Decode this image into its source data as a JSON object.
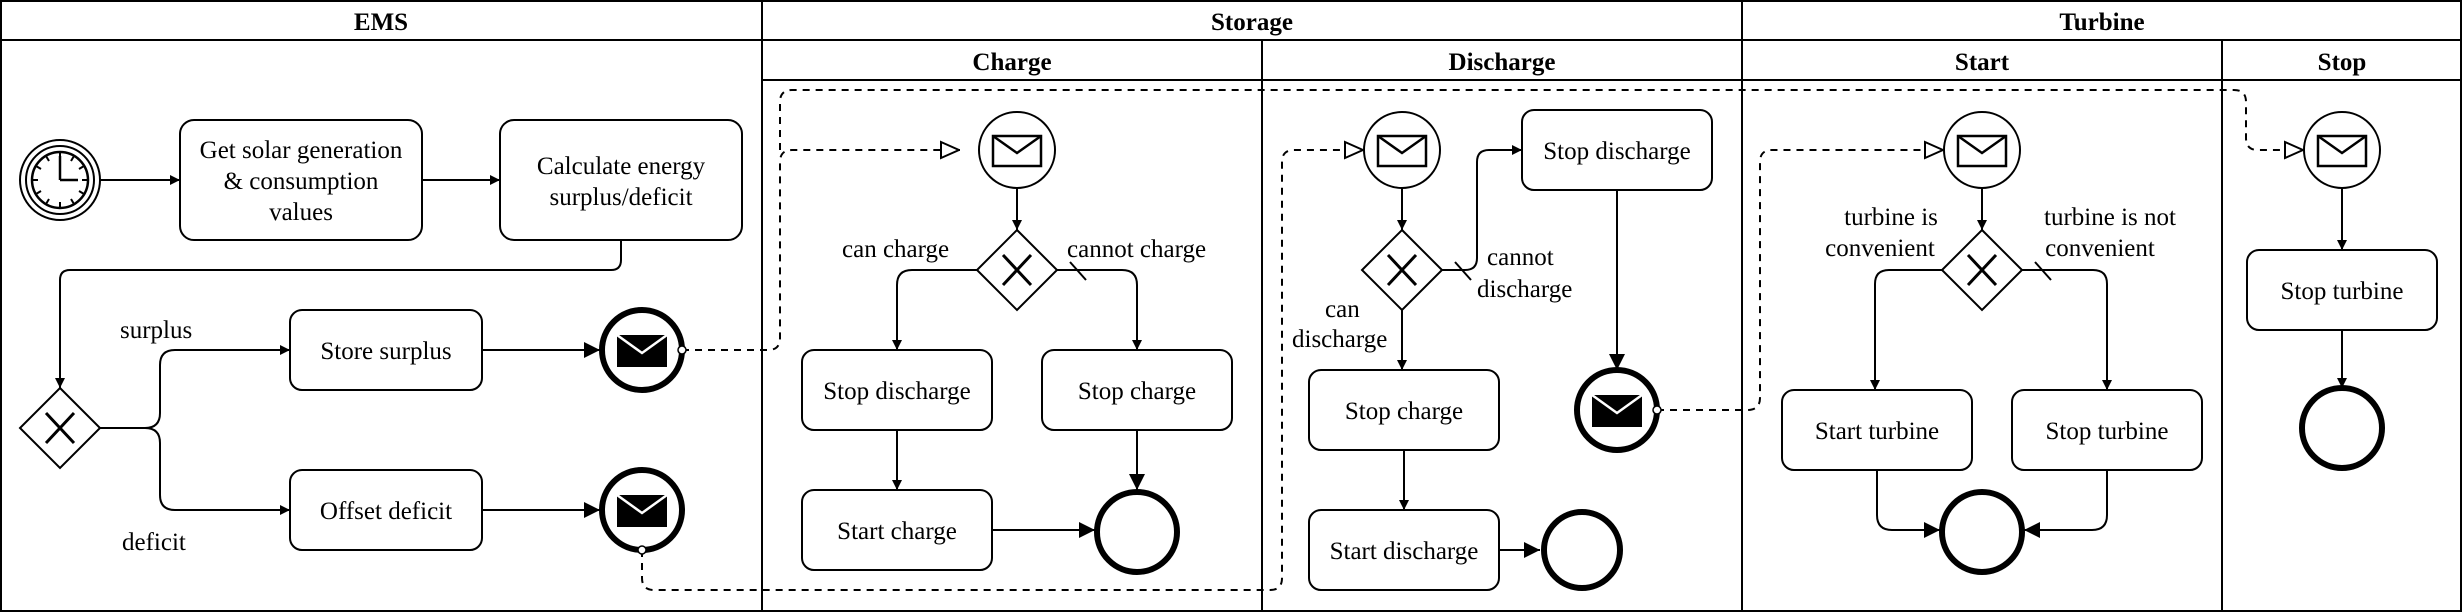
{
  "pools": {
    "ems": "EMS",
    "storage": "Storage",
    "turbine": "Turbine"
  },
  "lanes": {
    "charge": "Charge",
    "discharge": "Discharge",
    "start": "Start",
    "stop": "Stop"
  },
  "ems": {
    "task_get_values": [
      "Get solar generation",
      "& consumption",
      "values"
    ],
    "task_calc": [
      "Calculate energy",
      "surplus/deficit"
    ],
    "label_surplus": "surplus",
    "label_deficit": "deficit",
    "task_store": "Store surplus",
    "task_offset": "Offset deficit"
  },
  "charge": {
    "label_can": "can charge",
    "label_cannot": "cannot charge",
    "task_stop_discharge": "Stop discharge",
    "task_stop_charge": "Stop charge",
    "task_start_charge": "Start charge"
  },
  "discharge": {
    "label_can": [
      "can",
      "discharge"
    ],
    "label_cannot": [
      "cannot",
      "discharge"
    ],
    "task_stop_discharge": "Stop discharge",
    "task_stop_charge": "Stop charge",
    "task_start_discharge": "Start discharge"
  },
  "start": {
    "label_convenient": [
      "turbine is",
      "convenient"
    ],
    "label_not_convenient": [
      "turbine is not",
      "convenient"
    ],
    "task_start_turbine": "Start turbine",
    "task_stop_turbine": "Stop turbine"
  },
  "stop": {
    "task_stop_turbine": "Stop turbine"
  },
  "icons": {
    "timer": "clock-icon",
    "message": "envelope-icon",
    "gateway": "x-icon"
  }
}
